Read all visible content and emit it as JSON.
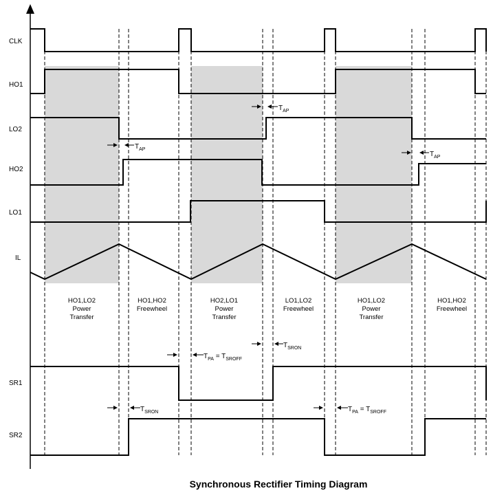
{
  "title": "Synchronous Rectifier Timing Diagram",
  "signals": {
    "clk": "CLK",
    "ho1": "HO1",
    "lo2": "LO2",
    "ho2": "HO2",
    "lo1": "LO1",
    "il": "IL",
    "sr1": "SR1",
    "sr2": "SR2"
  },
  "phases": [
    {
      "l1": "HO1,LO2",
      "l2": "Power",
      "l3": "Transfer"
    },
    {
      "l1": "HO1,HO2",
      "l2": "Freewheel",
      "l3": ""
    },
    {
      "l1": "HO2,LO1",
      "l2": "Power",
      "l3": "Transfer"
    },
    {
      "l1": "LO1,LO2",
      "l2": "Freewheel",
      "l3": ""
    },
    {
      "l1": "HO1,LO2",
      "l2": "Power",
      "l3": "Transfer"
    },
    {
      "l1": "HO1,HO2",
      "l2": "Freewheel",
      "l3": ""
    }
  ],
  "annotations": {
    "t_ap": {
      "main": "T",
      "sub": "AP"
    },
    "t_sron": {
      "main": "T",
      "sub": "SRON"
    },
    "t_pa_eq": {
      "m1": "T",
      "s1": "PA",
      "eq": " = T",
      "s2": "SROFF"
    }
  },
  "colors": {
    "shade": "#d9d9d9",
    "line": "#000000"
  }
}
